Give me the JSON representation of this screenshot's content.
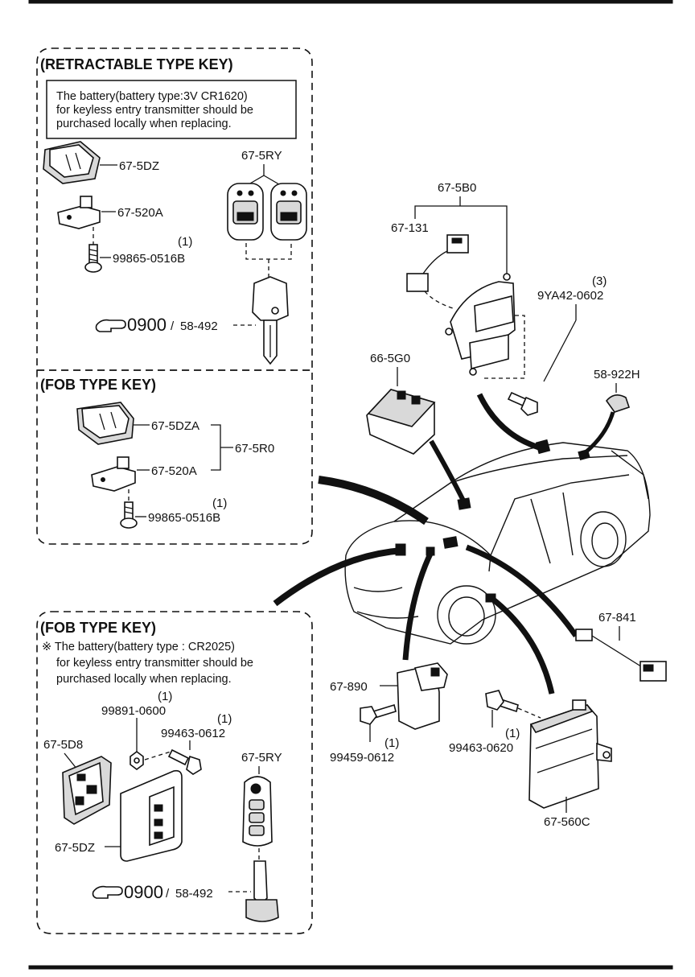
{
  "sections": {
    "retractable": {
      "title": "(RETRACTABLE TYPE KEY)",
      "note_lines": [
        "The battery(battery type:3V CR1620)",
        "for keyless entry transmitter should be",
        "purchased locally when replacing."
      ]
    },
    "fob_upper": {
      "title": "(FOB TYPE KEY)"
    },
    "fob_lower": {
      "title": "(FOB TYPE KEY)",
      "note_lines": [
        "※ The battery(battery type : CR2025)",
        "for keyless entry transmitter should be",
        "purchased locally when replacing."
      ]
    }
  },
  "labels": {
    "p_675dz_a": "67-5DZ",
    "p_675ry_a": "67-5RY",
    "p_67520a_a": "67-520A",
    "p_screw_a": "99865-0516B",
    "p_qty_a": "(1)",
    "ref_a_code": "0900",
    "ref_a_sep": "/",
    "ref_a_page": "58-492",
    "p_675dza": "67-5DZA",
    "p_675r0": "67-5R0",
    "p_67520a_b": "67-520A",
    "p_screw_b": "99865-0516B",
    "p_qty_b": "(1)",
    "p_99891": "99891-0600",
    "p_qty_99891": "(1)",
    "p_99463_0612": "99463-0612",
    "p_qty_99463": "(1)",
    "p_675d8": "67-5D8",
    "p_675ry_b": "67-5RY",
    "p_675dz_b": "67-5DZ",
    "ref_b_code": "0900",
    "ref_b_sep": "/",
    "ref_b_page": "58-492",
    "p_675b0": "67-5B0",
    "p_67131": "67-131",
    "p_qty_9ya": "(3)",
    "p_9ya42": "9YA42-0602",
    "p_665g0": "66-5G0",
    "p_58922h": "58-922H",
    "p_67841": "67-841",
    "p_67890": "67-890",
    "p_99459": "99459-0612",
    "p_qty_99459": "(1)",
    "p_99463_0620": "99463-0620",
    "p_qty_0620": "(1)",
    "p_67560c": "67-560C"
  },
  "icons": [
    "pointing-hand-icon",
    "pointing-hand-icon"
  ],
  "colors": {
    "line": "#111111",
    "background": "#ffffff"
  }
}
